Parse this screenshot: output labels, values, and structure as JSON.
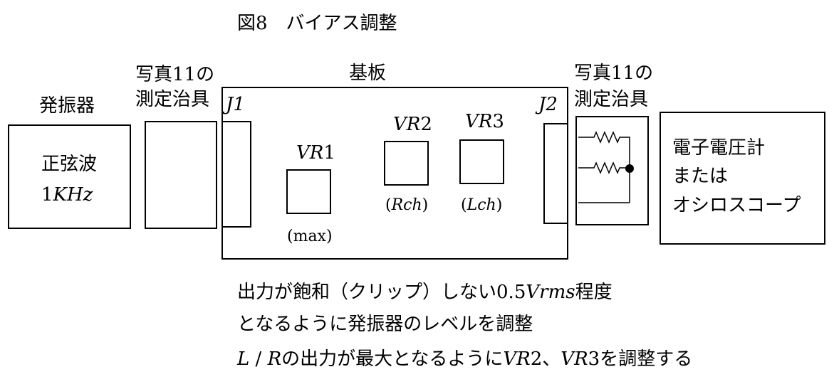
{
  "title": "図8　バイアス調整",
  "oscillator": {
    "caption": "発振器",
    "line1": "正弦波",
    "line2_num": "1",
    "line2_unit": "KHz"
  },
  "jig_left": {
    "caption_line1": "写真11の",
    "caption_line2": "測定治具"
  },
  "board": {
    "caption": "基板",
    "j1": "J1",
    "j2": "J2",
    "vr1": {
      "name": "VR",
      "num": "1",
      "note": "(max)"
    },
    "vr2": {
      "name": "VR",
      "num": "2",
      "note_open": "(",
      "note_it": "Rch",
      "note_close": ")"
    },
    "vr3": {
      "name": "VR",
      "num": "3",
      "note_open": "(",
      "note_it": "Lch",
      "note_close": ")"
    }
  },
  "jig_right": {
    "caption_line1": "写真11の",
    "caption_line2": "測定治具"
  },
  "meter": {
    "line1": "電子電圧計",
    "line2": "または",
    "line3": "オシロスコープ"
  },
  "notes": {
    "line1_a": "出力が飽和（クリップ）しない",
    "line1_num": "0.5",
    "line1_unit": "Vrms",
    "line1_b": "程度",
    "line2": "となるように発振器のレベルを調整",
    "line3_it1": "L",
    "line3_sep": " / ",
    "line3_it2": "R",
    "line3_a": "の出力が最大となるように",
    "line3_vr": "VR",
    "line3_n1": "2",
    "line3_b": "、",
    "line3_vr2": "VR",
    "line3_n2": "3",
    "line3_c": "を調整する"
  }
}
